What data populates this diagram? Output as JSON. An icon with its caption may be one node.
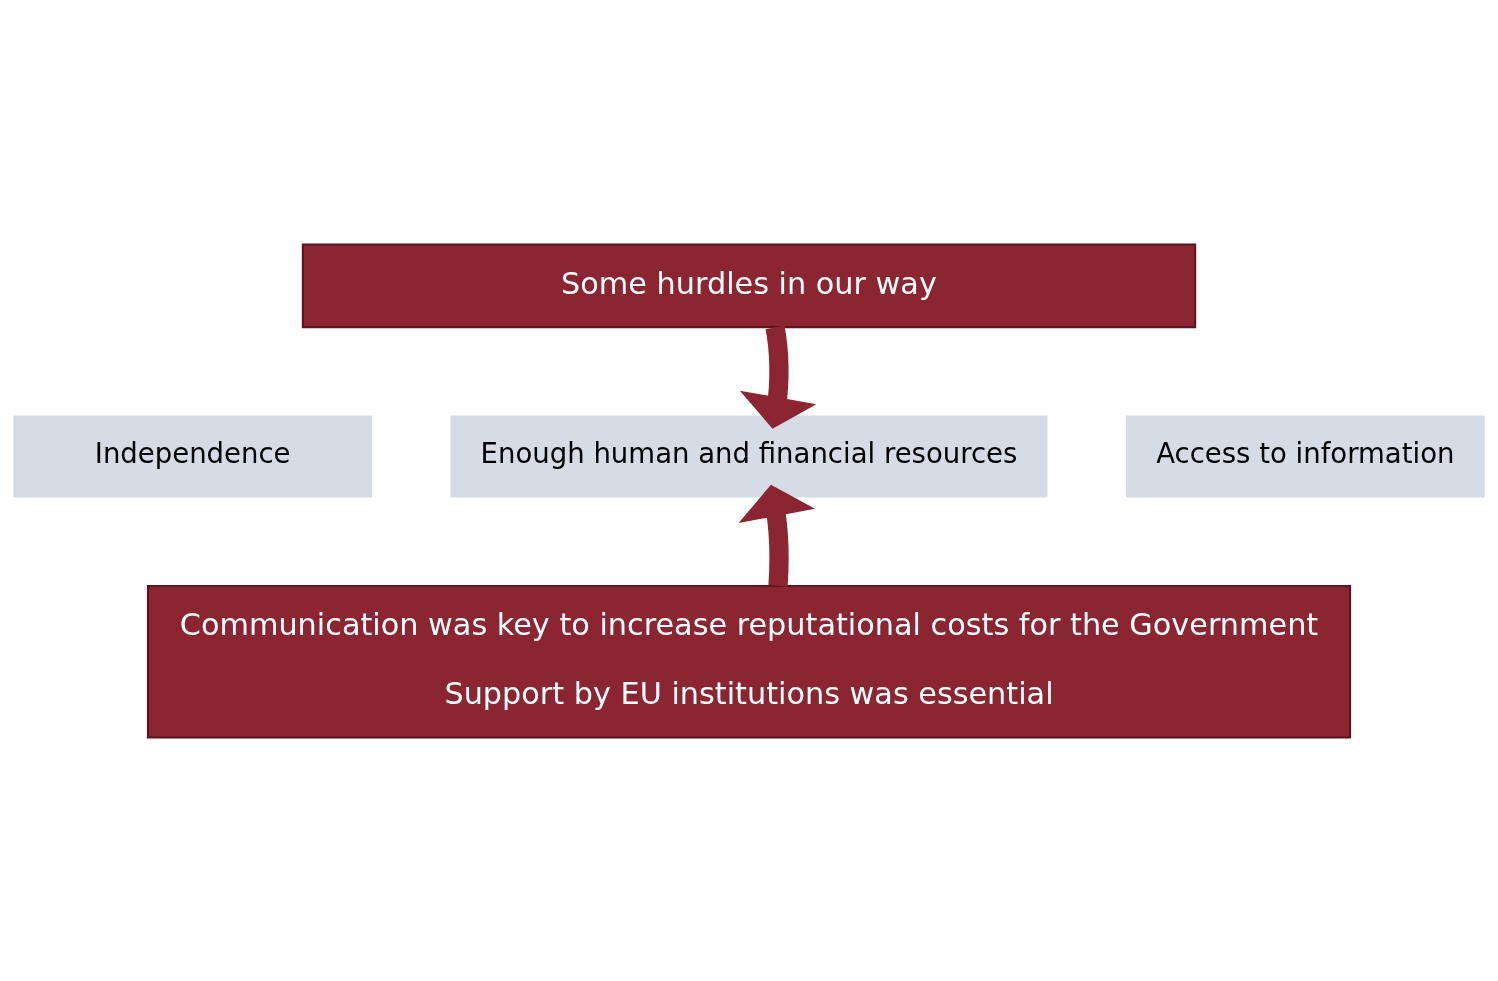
{
  "diagram": {
    "nodes": [
      {
        "text": [
          "Some hurdles in our way"
        ]
      },
      {
        "text": [
          "Independence"
        ]
      },
      {
        "text": [
          "Enough human and financial resources"
        ]
      },
      {
        "text": [
          "Access to information"
        ]
      },
      {
        "text": [
          "Communication was key to increase reputational costs for the Government",
          "Support by EU institutions was essential"
        ]
      }
    ],
    "edges": [
      {
        "from": 0,
        "to": 2,
        "arrow": "to"
      },
      {
        "from": 4,
        "to": 2,
        "arrow": "to"
      }
    ]
  }
}
